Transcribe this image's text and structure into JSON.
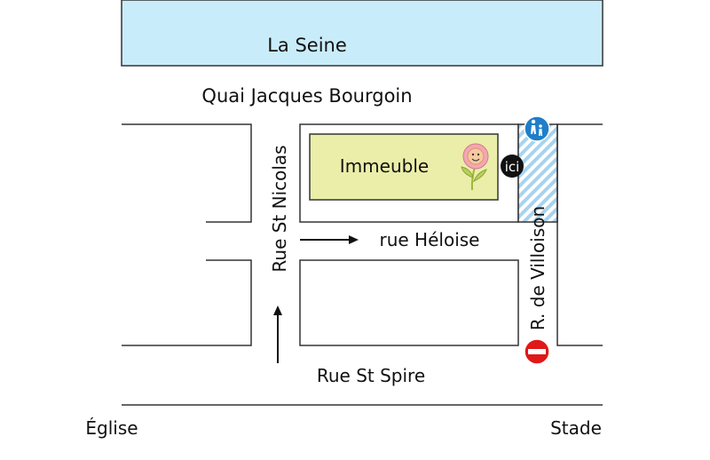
{
  "map": {
    "river": {
      "label": "La Seine",
      "color": "#c9ecfa"
    },
    "streets": {
      "quai": "Quai Jacques Bourgoin",
      "st_nicolas": "Rue St Nicolas",
      "heloise": "rue Héloise",
      "villoison": "R. de Villoison",
      "st_spire": "Rue St Spire"
    },
    "building": {
      "label": "Immeuble",
      "color": "#ebeea8"
    },
    "marker": {
      "label": "ici",
      "icon": "flower-icon"
    },
    "places": {
      "left": "Église",
      "right": "Stade"
    },
    "signs": {
      "pedestrian": {
        "icon": "pedestrian-sign-icon",
        "color": "#1f7ec9"
      },
      "no_entry": {
        "icon": "no-entry-sign-icon",
        "color": "#e01818"
      }
    },
    "footpath_color": "#a7d3ef"
  }
}
